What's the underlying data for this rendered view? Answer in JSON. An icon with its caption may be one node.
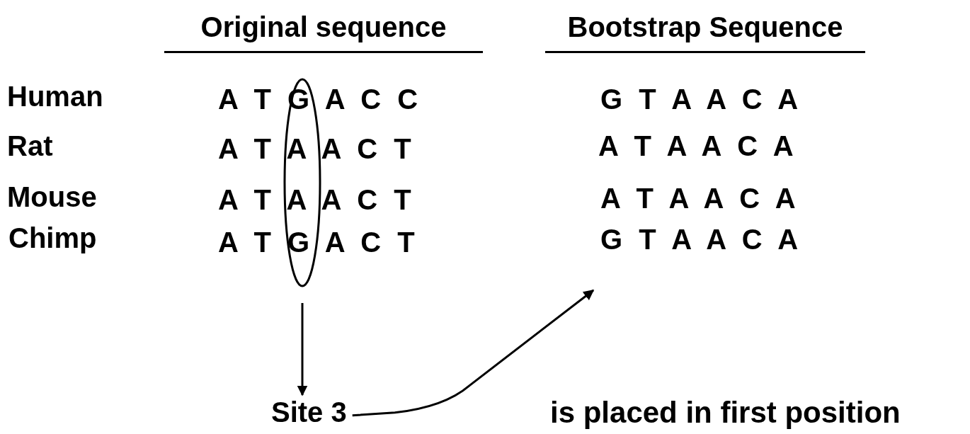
{
  "diagram": {
    "nodes": [
      {
        "text": [],
        "shape": "ellipse"
      },
      {
        "text": [
          "Site 3"
        ]
      }
    ],
    "edges": [
      {
        "from": 0,
        "to": 1,
        "arrow": "to"
      },
      {
        "from": 1,
        "to": null,
        "arrow": "to"
      }
    ],
    "labels": [
      "Original sequence",
      "Bootstrap Sequence",
      "Human",
      "A T G A C C",
      "G T A A C A",
      "Rat",
      "A T A A C T",
      "A T A A C A",
      "Mouse",
      "A T A A C T",
      "A T A A C A",
      "Chimp",
      "A T G A C T",
      "G T A A C A",
      "is placed in first position"
    ]
  }
}
